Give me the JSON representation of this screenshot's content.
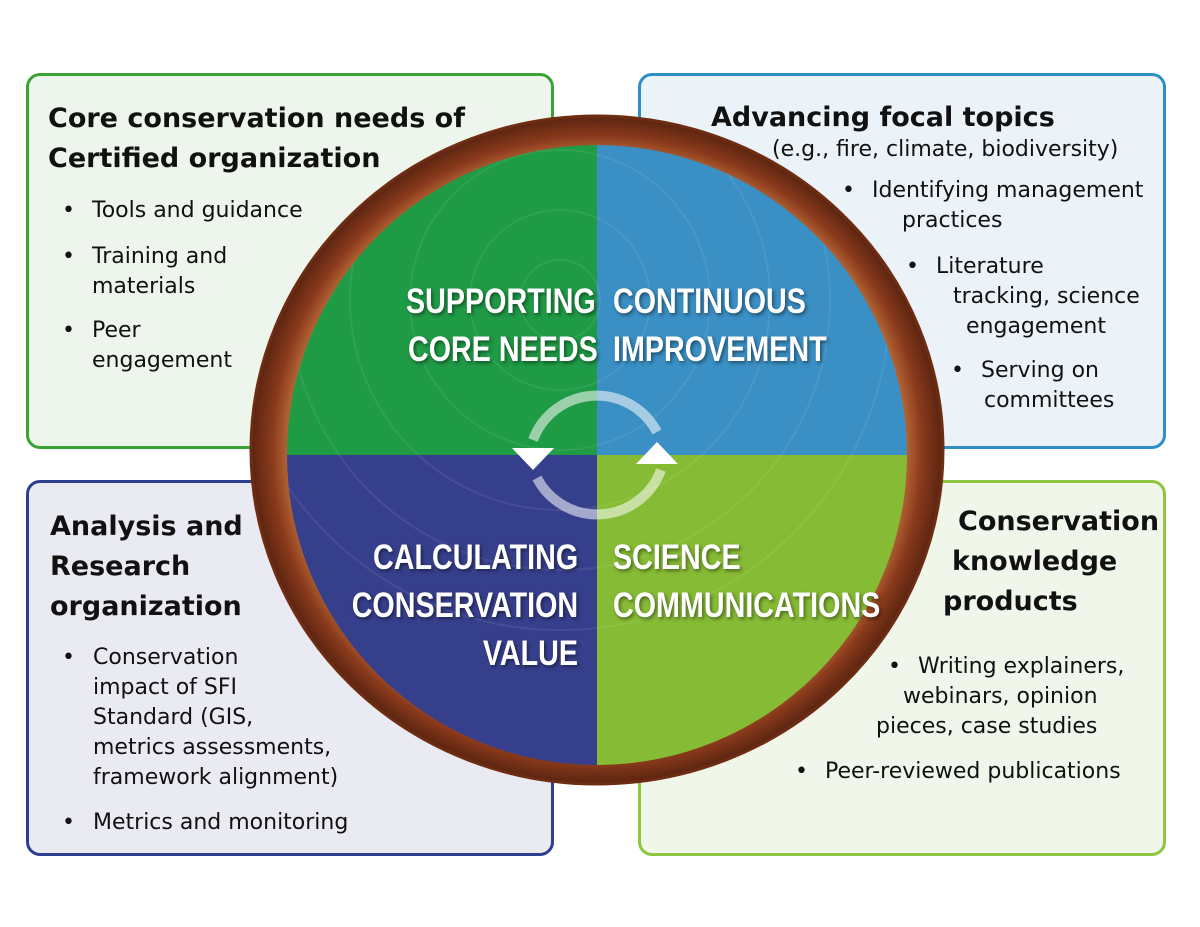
{
  "panels": {
    "top_left": {
      "title_lines": [
        "Core conservation needs of",
        "Certified organization"
      ],
      "bullets": [
        "Tools and guidance",
        "Training and",
        "materials",
        "Peer",
        "engagement"
      ]
    },
    "top_right": {
      "title": "Advancing focal topics",
      "subtitle": "(e.g., fire, climate, biodiversity)",
      "bullets": [
        "Identifying management",
        "practices",
        "Literature",
        "tracking, science",
        "engagement",
        "Serving on",
        "committees"
      ]
    },
    "bottom_left": {
      "title_lines": [
        "Analysis and",
        "Research",
        "organization"
      ],
      "bullets": [
        "Conservation",
        "impact of SFI",
        "Standard (GIS,",
        "metrics assessments,",
        "framework alignment)",
        "Metrics and monitoring"
      ]
    },
    "bottom_right": {
      "title_lines": [
        "Conservation",
        "knowledge",
        "products"
      ],
      "bullets": [
        "Writing explainers,",
        "webinars, opinion",
        "pieces, case studies",
        "Peer-reviewed publications"
      ]
    }
  },
  "wheel": {
    "quadrants": {
      "top_left": {
        "lines": [
          "SUPPORTING",
          "CORE NEEDS"
        ],
        "color": "#1f9a45"
      },
      "top_right": {
        "lines": [
          "CONTINUOUS",
          "IMPROVEMENT"
        ],
        "color": "#3a8fc4"
      },
      "bottom_left": {
        "lines": [
          "CALCULATING",
          "CONSERVATION",
          "VALUE"
        ],
        "color": "#363f8c"
      },
      "bottom_right": {
        "lines": [
          "SCIENCE",
          "COMMUNICATIONS"
        ],
        "color": "#86bb35"
      }
    },
    "bark_color": "#8a3a1c",
    "cycle_icon": "cycle-arrows-icon"
  }
}
